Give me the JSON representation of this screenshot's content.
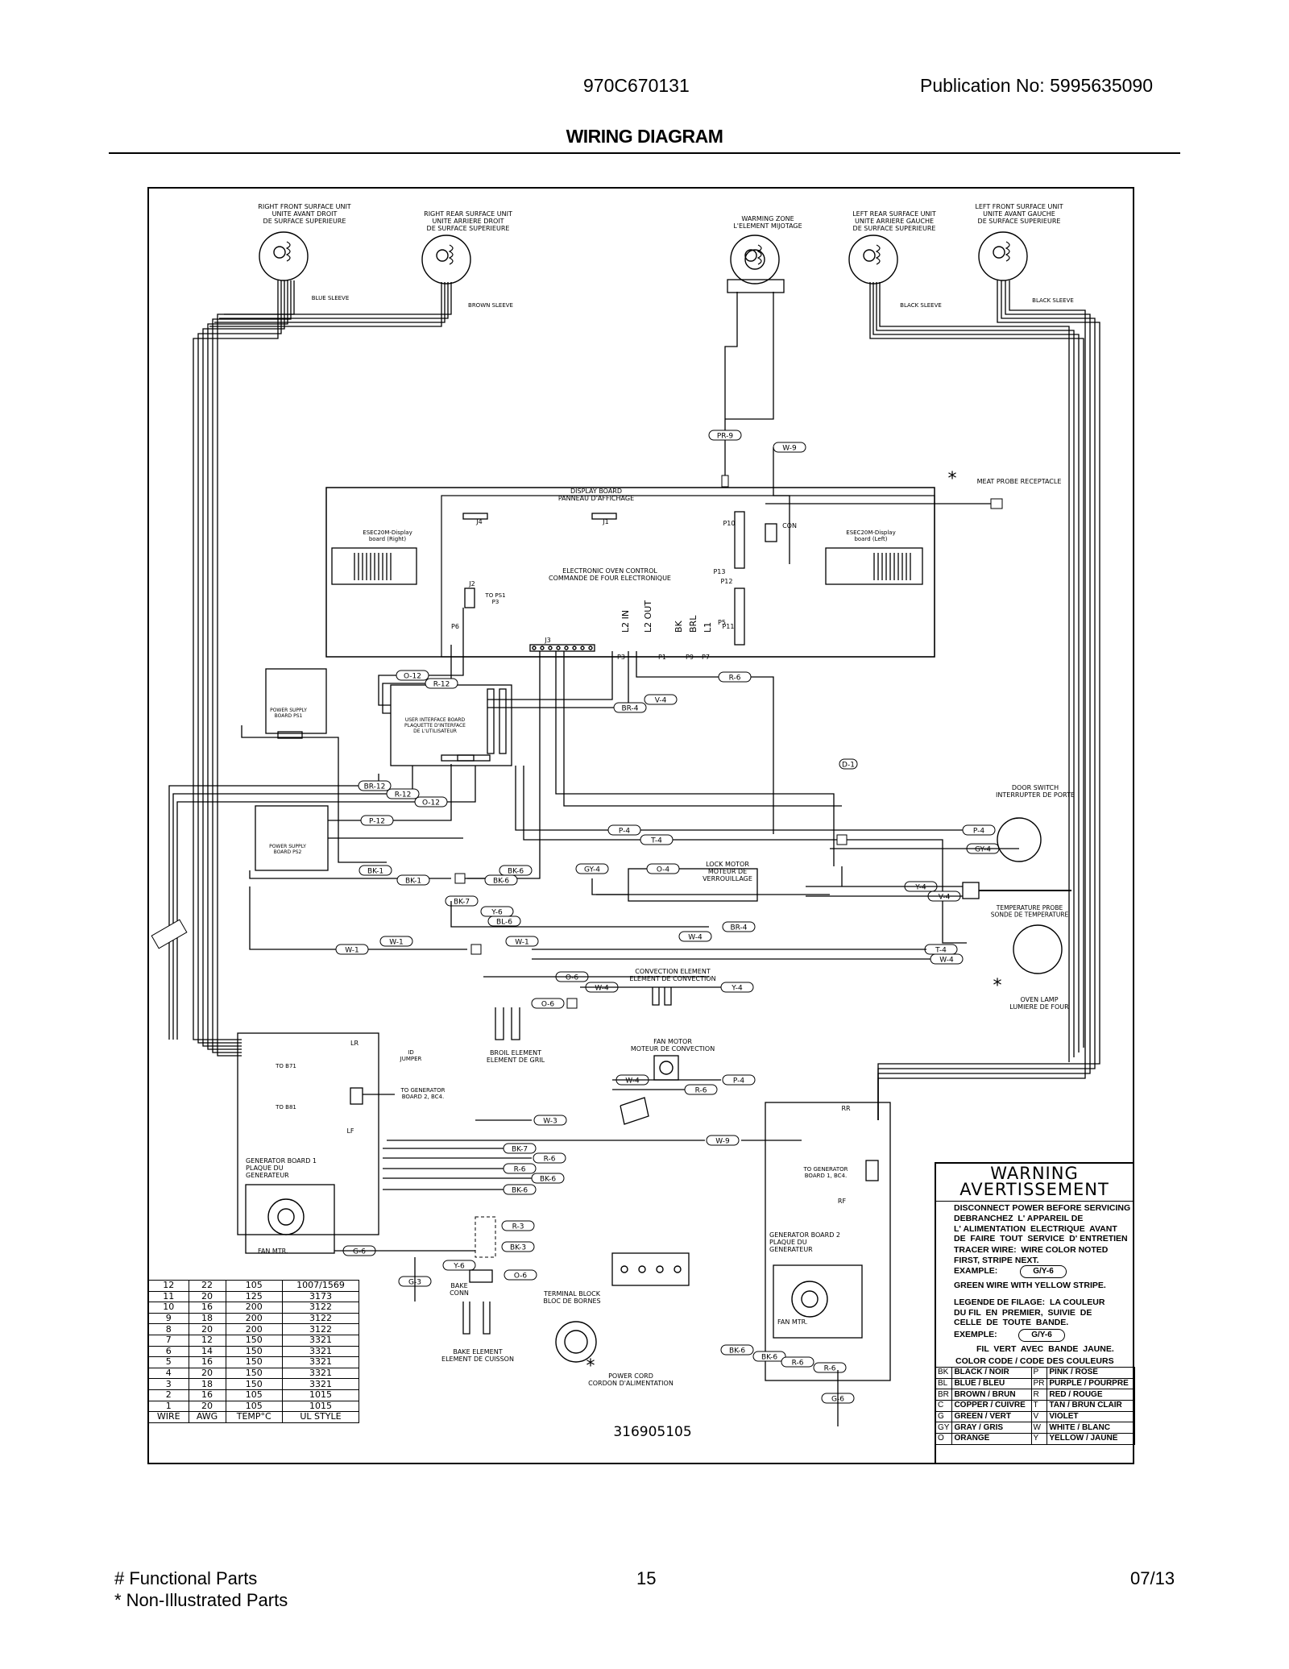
{
  "header": {
    "model": "970C670131",
    "publication": "Publication No:  5995635090",
    "title": "WIRING DIAGRAM"
  },
  "footer": {
    "functional": "# Functional Parts",
    "non_illustrated": "* Non-Illustrated Parts",
    "page": "15",
    "date": "07/13"
  },
  "diagram": {
    "part_number": "316905105",
    "surface_units": [
      {
        "label": "RIGHT FRONT SURFACE UNIT\nUNITE AVANT DROIT\nDE SURFACE SUPERIEURE",
        "sleeve": "BLUE SLEEVE"
      },
      {
        "label": "RIGHT REAR SURFACE UNIT\nUNITE ARRIERE DROIT\nDE SURFACE SUPERIEURE",
        "sleeve": "BROWN SLEEVE"
      },
      {
        "label": "WARMING ZONE\nL'ELEMENT MIJOTAGE",
        "sleeve": ""
      },
      {
        "label": "LEFT REAR SURFACE UNIT\nUNITE ARRIERE GAUCHE\nDE SURFACE SUPERIEURE",
        "sleeve": "BLACK SLEEVE"
      },
      {
        "label": "LEFT FRONT SURFACE UNIT\nUNITE AVANT GAUCHE\nDE SURFACE SUPERIEURE",
        "sleeve": "BLACK SLEEVE"
      }
    ],
    "labels": {
      "meat_probe": "MEAT PROBE RECEPTACLE",
      "display_board": "DISPLAY BOARD\nPANNEAU D'AFFICHAGE",
      "eoc": "ELECTRONIC OVEN CONTROL\nCOMMANDE DE FOUR ELECTRONIQUE",
      "display_right": "ESEC20M-Display\nboard (Right)",
      "display_left": "ESEC20M-Display\nboard (Left)",
      "to_ps1": "TO PS1\nP3",
      "ps1": "POWER SUPPLY\nBOARD  PS1",
      "uib": "USER INTERFACE BOARD\nPLAQUETTE D'INTERFACE\nDE L'UTILISATEUR",
      "ps2": "POWER SUPPLY\nBOARD  PS2",
      "door_switch": "DOOR SWITCH\nINTERRUPTER DE PORTE",
      "lock_motor": "LOCK MOTOR\nMOTEUR DE\nVERROUILLAGE",
      "temp_probe": "TEMPERATURE PROBE\nSONDE DE TEMPERATURE",
      "oven_lamp": "OVEN LAMP\nLUMIERE DE FOUR",
      "convection": "CONVECTION ELEMENT\nELEMENT DE CONVECTION",
      "broil": "BROIL ELEMENT\nELEMENT DE GRIL",
      "fan_motor": "FAN MOTOR\nMOTEUR DE CONVECTION",
      "jumper": "ID\nJUMPER",
      "to_gen2": "TO GENERATOR\nBOARD 2, BC4.",
      "to_gen1": "TO GENERATOR\nBOARD 1, BC4.",
      "gen1": "GENERATOR BOARD 1\nPLAQUE DU\nGENERATEUR",
      "gen2": "GENERATOR BOARD 2\nPLAQUE DU\nGENERATEUR",
      "bake_conn": "BAKE\nCONN",
      "terminal_block": "TERMINAL BLOCK\nBLOC DE BORNES",
      "bake_element": "BAKE ELEMENT\nELEMENT DE CUISSON",
      "power_cord": "POWER CORD\nCORDON D'ALIMENTATION",
      "fan_mtr": "FAN MTR.",
      "to_b71": "TO B71",
      "to_b81": "TO B81",
      "eoc_pins": [
        "L2 IN",
        "L2 OUT",
        "BK",
        "BRL",
        "L1"
      ],
      "conn_labels": [
        "J4",
        "J1",
        "J2",
        "J3",
        "P1",
        "P3",
        "P9",
        "P7",
        "P10",
        "P11",
        "P12",
        "P13",
        "P5",
        "P6",
        "CON",
        "LR",
        "LF",
        "RR",
        "RF"
      ]
    },
    "wire_tags": [
      "PR-9",
      "W-9",
      "O-12",
      "R-12",
      "BR-4",
      "V-4",
      "R-6",
      "BR-12",
      "R-12",
      "O-12",
      "P-12",
      "P-4",
      "T-4",
      "P-4",
      "GY-4",
      "O-4",
      "GY-4",
      "Y-4",
      "V-4",
      "BK-1",
      "BK-1",
      "BK-6",
      "BK-6",
      "BK-7",
      "Y-6",
      "BL-6",
      "BR-4",
      "W-4",
      "W-1",
      "W-1",
      "W-1",
      "T-4",
      "W-4",
      "O-6",
      "W-4",
      "Y-4",
      "O-6",
      "W-4",
      "P-4",
      "R-6",
      "W-3",
      "W-9",
      "BK-7",
      "R-6",
      "R-6",
      "BK-6",
      "BK-6",
      "R-3",
      "BK-3",
      "G-6",
      "Y-6",
      "O-6",
      "G-3",
      "BK-6",
      "BK-6",
      "R-6",
      "R-6",
      "G-6",
      "D-1"
    ]
  },
  "wire_table": {
    "headers": [
      "WIRE",
      "AWG",
      "TEMP°C",
      "UL STYLE"
    ],
    "rows": [
      [
        "12",
        "22",
        "105",
        "1007/1569"
      ],
      [
        "11",
        "20",
        "125",
        "3173"
      ],
      [
        "10",
        "16",
        "200",
        "3122"
      ],
      [
        "9",
        "18",
        "200",
        "3122"
      ],
      [
        "8",
        "20",
        "200",
        "3122"
      ],
      [
        "7",
        "12",
        "150",
        "3321"
      ],
      [
        "6",
        "14",
        "150",
        "3321"
      ],
      [
        "5",
        "16",
        "150",
        "3321"
      ],
      [
        "4",
        "20",
        "150",
        "3321"
      ],
      [
        "3",
        "18",
        "150",
        "3321"
      ],
      [
        "2",
        "16",
        "105",
        "1015"
      ],
      [
        "1",
        "20",
        "105",
        "1015"
      ]
    ]
  },
  "warning": {
    "title1": "WARNING",
    "title2": "AVERTISSEMENT",
    "p1": "DISCONNECT POWER BEFORE SERVICING",
    "p2": "DEBRANCHEZ  L' APPAREIL DE\nL' ALIMENTATION  ELECTRIQUE  AVANT\nDE  FAIRE  TOUT  SERVICE  D' ENTRETIEN",
    "p3": "TRACER WIRE:  WIRE COLOR NOTED\nFIRST, STRIPE NEXT.",
    "example_label": "EXAMPLE:",
    "example_value": "G/Y-6",
    "p4": "GREEN WIRE WITH YELLOW STRIPE.",
    "p5": "LEGENDE DE FILAGE:  LA COULEUR\nDU FIL  EN  PREMIER,  SUIVIE  DE\nCELLE  DE  TOUTE  BANDE.",
    "example2_label": "EXEMPLE:",
    "example2_value": "G/Y-6",
    "p6": "FIL  VERT  AVEC  BANDE  JAUNE.",
    "color_title": "COLOR CODE / CODE DES COULEURS",
    "colors": [
      [
        "BK",
        "BLACK / NOIR",
        "P",
        "PINK / ROSE"
      ],
      [
        "BL",
        "BLUE / BLEU",
        "PR",
        "PURPLE / POURPRE"
      ],
      [
        "BR",
        "BROWN / BRUN",
        "R",
        "RED / ROUGE"
      ],
      [
        "C",
        "COPPER / CUIVRE",
        "T",
        "TAN / BRUN CLAIR"
      ],
      [
        "G",
        "GREEN / VERT",
        "V",
        "VIOLET"
      ],
      [
        "GY",
        "GRAY / GRIS",
        "W",
        "WHITE / BLANC"
      ],
      [
        "O",
        "ORANGE",
        "Y",
        "YELLOW / JAUNE"
      ]
    ]
  }
}
